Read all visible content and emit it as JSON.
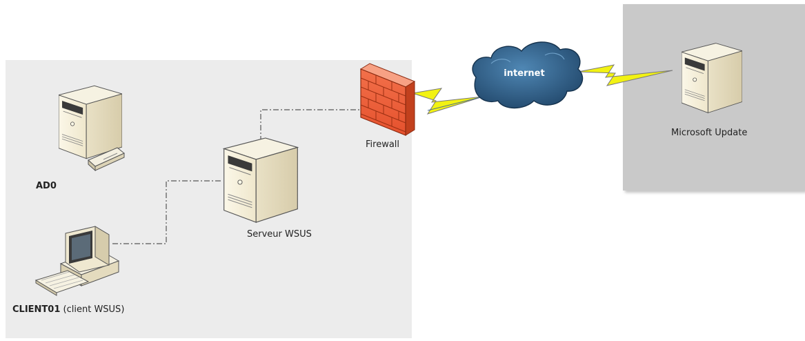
{
  "nodes": {
    "ad0": {
      "label": "AD0"
    },
    "client": {
      "name": "CLIENT01",
      "role": "(client WSUS)"
    },
    "wsus": {
      "label": "Serveur WSUS"
    },
    "firewall": {
      "label": "Firewall"
    },
    "internet": {
      "label": "internet"
    },
    "microsoft_update": {
      "label": "Microsoft Update"
    }
  },
  "connections": [
    {
      "from": "client",
      "to": "wsus",
      "style": "dash-dot"
    },
    {
      "from": "wsus",
      "to": "firewall",
      "style": "dash-dot"
    },
    {
      "from": "firewall",
      "to": "internet",
      "style": "lightning"
    },
    {
      "from": "internet",
      "to": "microsoft_update",
      "style": "lightning"
    }
  ],
  "colors": {
    "lan_zone": "#ececec",
    "remote_zone": "#c9c9c9",
    "firewall": "#e8552f",
    "cloud": "#2f5f86",
    "lightning": "#f2f213"
  }
}
